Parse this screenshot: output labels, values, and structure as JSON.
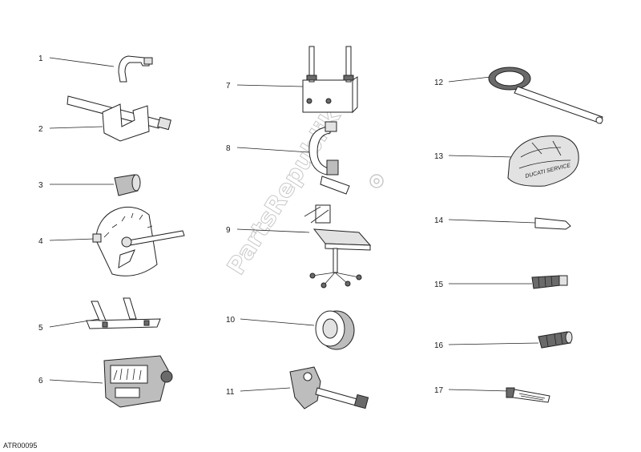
{
  "callouts": [
    "1",
    "2",
    "3",
    "4",
    "5",
    "6",
    "7",
    "8",
    "9",
    "10",
    "11",
    "12",
    "13",
    "14",
    "15",
    "16",
    "17"
  ],
  "drawing_code": "ATR00095",
  "watermark": "PartsRepublik",
  "cover_print": "DUCATI SERVICE",
  "colors": {
    "line": "#222222",
    "fill_light": "#e2e2e2",
    "fill_mid": "#bdbdbd",
    "fill_dark": "#6a6a6a",
    "watermark": "#c8c8c8"
  }
}
